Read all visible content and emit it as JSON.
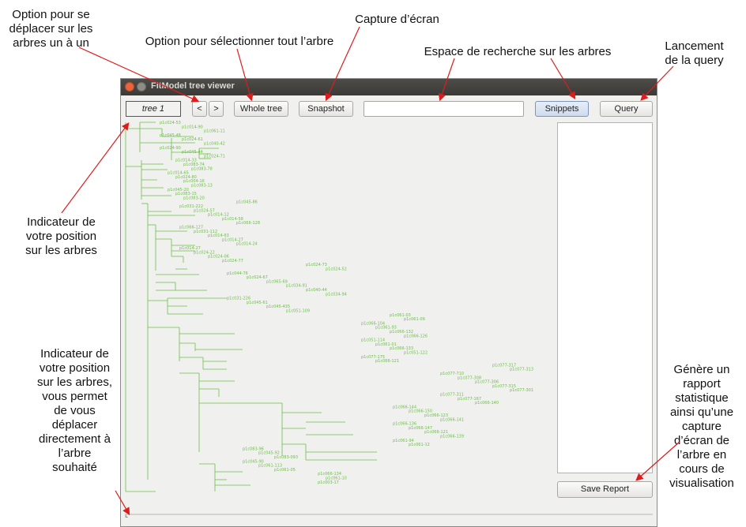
{
  "window": {
    "title": "FitModel tree viewer"
  },
  "toolbar": {
    "tree_indicator": "tree 1",
    "prev_label": "<",
    "next_label": ">",
    "whole_tree_label": "Whole tree",
    "snapshot_label": "Snapshot",
    "search_value": "",
    "snippets_label": "Snippets",
    "query_label": "Query"
  },
  "save_report_label": "Save Report",
  "annotations": {
    "nav_one_by_one": [
      "Option pour se",
      "déplacer sur les",
      "arbres un à un"
    ],
    "select_whole_tree": "Option pour sélectionner tout l’arbre",
    "screenshot": "Capture d’écran",
    "search_space": "Espace de recherche sur les arbres",
    "launch_query": [
      "Lancement",
      "de la query"
    ],
    "position_indicator": [
      "Indicateur de",
      "votre position",
      "sur les arbres"
    ],
    "position_indicator_jump": [
      "Indicateur de",
      "votre position",
      "sur les arbres,",
      "vous permet",
      "de vous",
      "déplacer",
      "directement à",
      "l’arbre",
      "souhaité"
    ],
    "report": [
      "Génère un",
      "rapport",
      "statistique",
      "ainsi qu’une",
      "capture",
      "d’écran de",
      "l’arbre en",
      "cours de",
      "visualisation"
    ]
  },
  "tree_leaves": [
    "p1c024-53",
    "p1c014-90",
    "p1c061-11",
    "p1c045-48",
    "p1c024-61",
    "p1c040-42",
    "p1c024-90",
    "p1c045-44",
    "p1c024-71",
    "p1c014-33",
    "p1c083-74",
    "p1c083-78",
    "p1c014-65",
    "p1c024-80",
    "p1c004-16",
    "p1c083-13",
    "p1c045-20",
    "p1c083-15",
    "p1c083-20",
    "p1c045-86",
    "p1c031-222",
    "p1c024-57",
    "p1c014-12",
    "p1c014-58",
    "p1c066-128",
    "p1c066-127",
    "p1c031-112",
    "p1c014-63",
    "p1c014-27",
    "p1c014-24",
    "p1c014-27",
    "p1c024-22",
    "p1c024-06",
    "p1c024-77",
    "p1c024-73",
    "p1c024-52",
    "p1c044-76",
    "p1c024-67",
    "p1c065-69",
    "p1c034-91",
    "p1c040-44",
    "p1c034-94",
    "p1c031-226",
    "p1c045-61",
    "p1c045-435",
    "p1c051-109",
    "p1c061-03",
    "p1c061-09",
    "p1c066-104",
    "p1c061-93",
    "p1c066-132",
    "p1c066-126",
    "p1c051-114",
    "p1c061-01",
    "p1c066-133",
    "p1c051-122",
    "p1c077-175",
    "p1c066-121",
    "p1c077-317",
    "p1c077-313",
    "p1c077-710",
    "p1c077-308",
    "p1c077-306",
    "p1c077-315",
    "p1c077-301",
    "p1c077-311",
    "p1c077-167",
    "p1c066-140",
    "p1c066-144",
    "p1c066-150",
    "p1c066-123",
    "p1c066-141",
    "p1c066-136",
    "p1c066-147",
    "p1c066-121",
    "p1c066-139",
    "p1c061-94",
    "p1c061-12",
    "p1c083-96",
    "p1c045-92",
    "p1c083-093",
    "p1c045-90",
    "p1c061-113",
    "p1c061-05",
    "p1c066-134",
    "p1c061-10",
    "p1c003-17"
  ]
}
